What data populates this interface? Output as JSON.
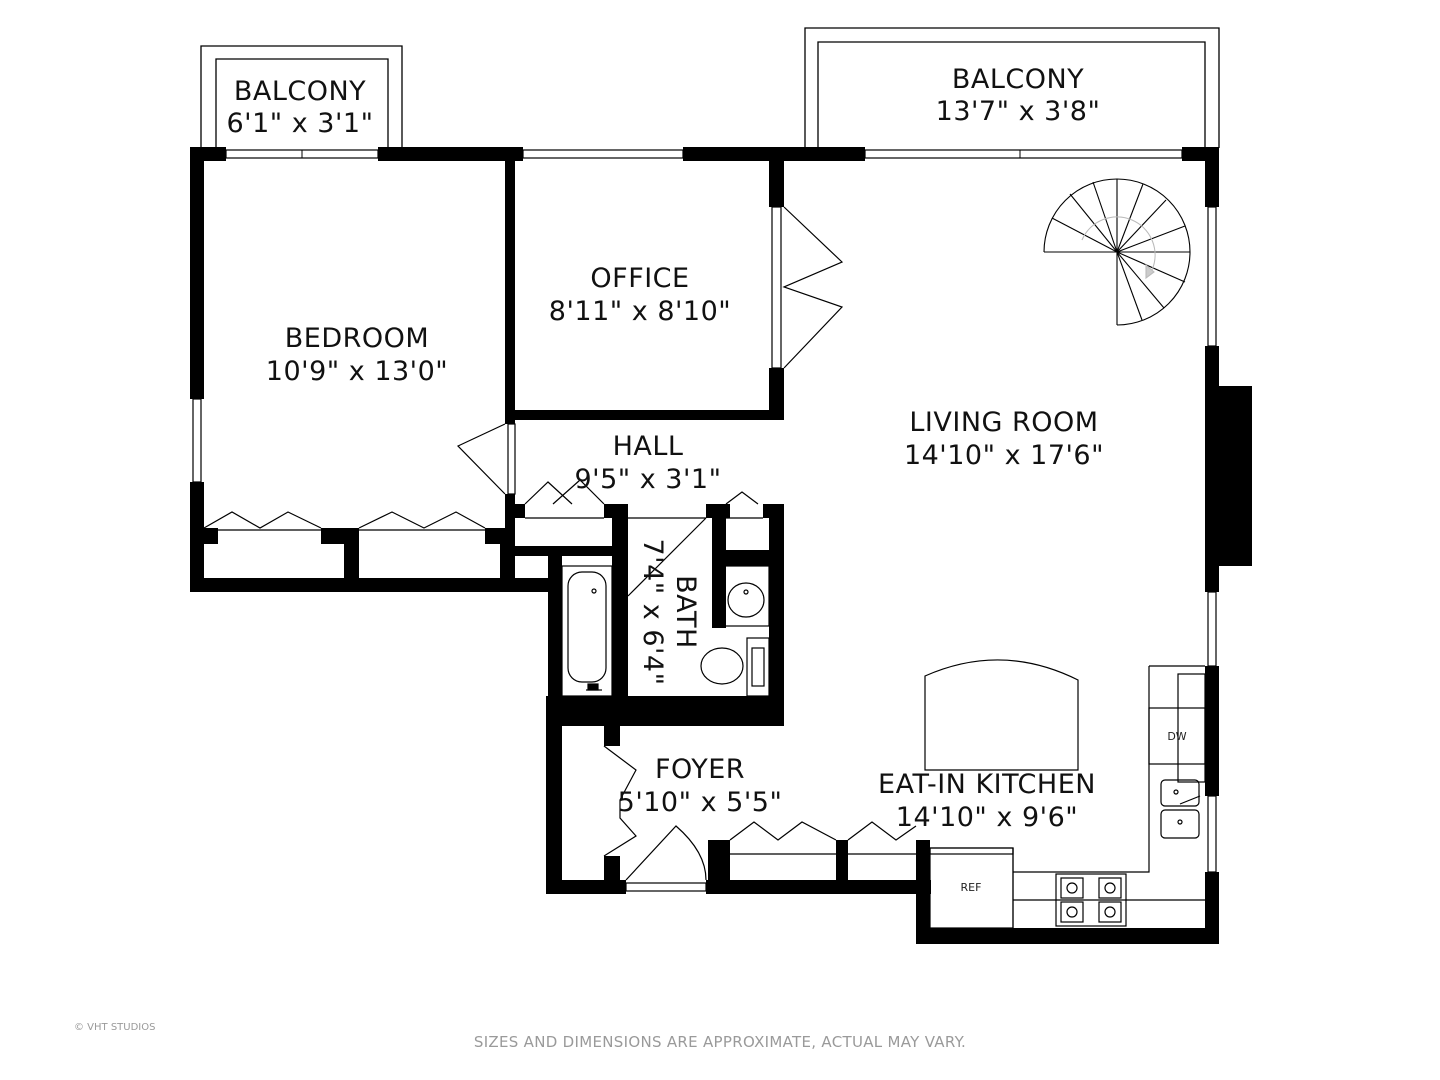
{
  "rooms": {
    "balcony_left": {
      "name": "BALCONY",
      "size": "6'1\" x 3'1\""
    },
    "balcony_right": {
      "name": "BALCONY",
      "size": "13'7\" x 3'8\""
    },
    "bedroom": {
      "name": "BEDROOM",
      "size": "10'9\" x 13'0\""
    },
    "office": {
      "name": "OFFICE",
      "size": "8'11\" x 8'10\""
    },
    "living_room": {
      "name": "LIVING ROOM",
      "size": "14'10\" x 17'6\""
    },
    "hall": {
      "name": "HALL",
      "size": "9'5\" x 3'1\""
    },
    "bath": {
      "name": "BATH",
      "size": "7'4\" x 6'4\""
    },
    "foyer": {
      "name": "FOYER",
      "size": "5'10\" x 5'5\""
    },
    "kitchen": {
      "name": "EAT-IN KITCHEN",
      "size": "14'10\" x 9'6\""
    }
  },
  "appliances": {
    "dishwasher": "DW",
    "refrigerator": "REF"
  },
  "footer": {
    "disclaimer": "SIZES AND DIMENSIONS ARE APPROXIMATE, ACTUAL MAY VARY.",
    "copyright": "© VHT STUDIOS"
  }
}
